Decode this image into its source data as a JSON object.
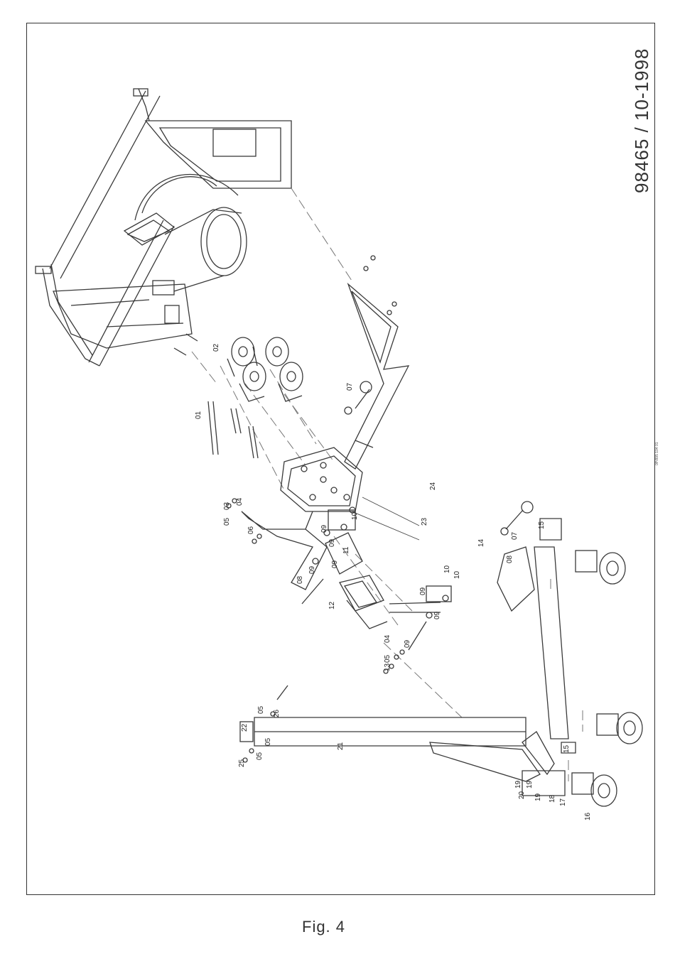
{
  "drawing_number": "98465  / 10-1998",
  "figure_caption": "Fig. 4",
  "margin_note": "0P/895 104 01",
  "part_labels": [
    "01",
    "02",
    "03",
    "04",
    "05",
    "06",
    "07",
    "08",
    "09",
    "10",
    "11",
    "12",
    "13",
    "14",
    "15",
    "16",
    "17",
    "18",
    "19",
    "20",
    "21",
    "22",
    "23",
    "24",
    "25",
    "26"
  ],
  "colors": {
    "line": "#3a3a3a",
    "paper": "#ffffff",
    "shade": "#9a9a9a"
  }
}
